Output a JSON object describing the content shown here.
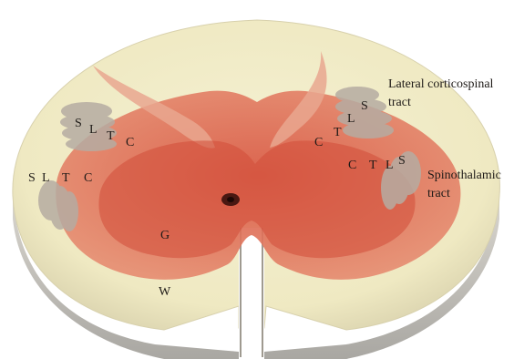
{
  "labels": {
    "lateral_corticospinal_line1": "Lateral corticospinal",
    "lateral_corticospinal_line2": "tract",
    "spinothalamic_line1": "Spinothalamic",
    "spinothalamic_line2": "tract",
    "gray_matter": "G",
    "white_matter": "W"
  },
  "segments": {
    "left_upper": [
      "S",
      "L",
      "T",
      "C"
    ],
    "left_lower": [
      "S",
      "L",
      "T",
      "C"
    ],
    "right_upper": [
      "C",
      "T",
      "L",
      "S"
    ],
    "right_lower": [
      "C",
      "T",
      "L",
      "S"
    ]
  },
  "colors": {
    "white_matter": "#f0ecc6",
    "gray_matter": "#d95c48",
    "gray_matter_light": "#e9927a",
    "tract_band": "#b9aea2",
    "side_wall": "#c7c4bd"
  }
}
